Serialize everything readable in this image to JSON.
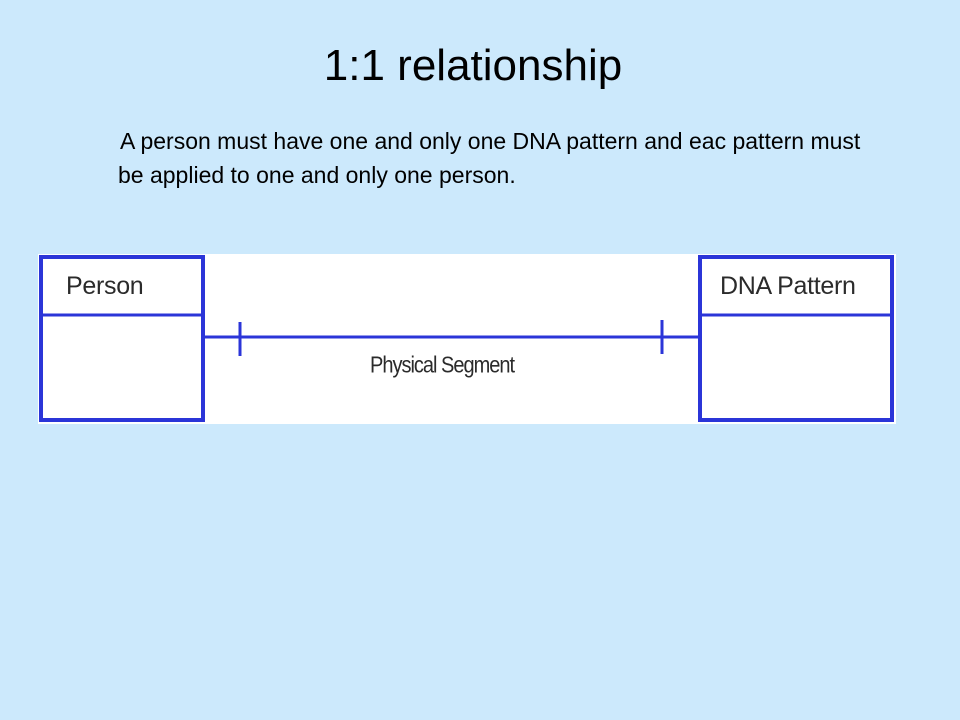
{
  "slide": {
    "title": "1:1 relationship",
    "body": "A person must have one and only one DNA pattern and eac pattern must be applied to one and only one person."
  },
  "diagram": {
    "left_entity": "Person",
    "right_entity": "DNA Pattern",
    "relationship": "Physical Segment",
    "line_color": "#2b35d8",
    "left_cardinality": "one",
    "right_cardinality": "one"
  }
}
